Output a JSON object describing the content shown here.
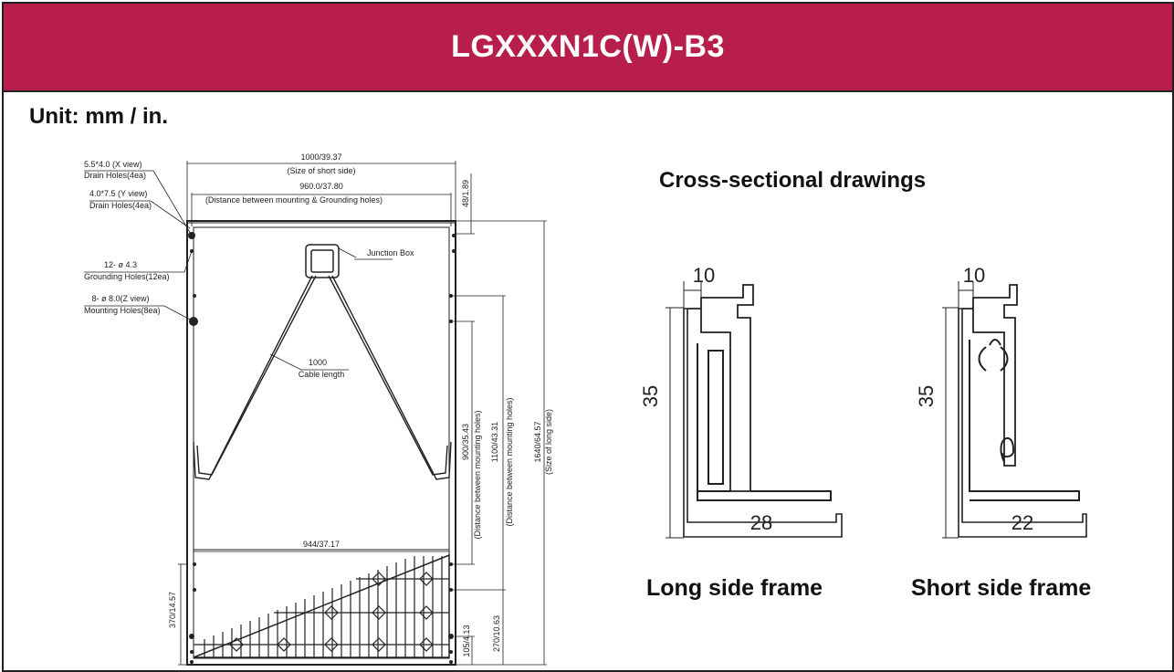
{
  "header": {
    "title": "LGXXXN1C(W)-B3"
  },
  "unit_label": "Unit: mm / in.",
  "module": {
    "short_side_dim": "1000/39.37",
    "short_side_caption": "(Size of short side)",
    "mounting_grounding_dim": "960.0/37.80",
    "mounting_grounding_caption": "(Distance between mounting & Grounding holes)",
    "top_offset_dim": "48/1.89",
    "drain_x": "5.5*4.0 (X view)",
    "drain_x_caption": "Drain Holes(4ea)",
    "drain_y": "4.0*7.5 (Y view)",
    "drain_y_caption": "Drain Holes(4ea)",
    "grounding_holes": "12- ø 4.3",
    "grounding_holes_caption": "Grounding Holes(12ea)",
    "mounting_holes": "8- ø 8.0(Z view)",
    "mounting_holes_caption": "Mounting Holes(8ea)",
    "junction_box": "Junction Box",
    "cable_length_dim": "1000",
    "cable_length_caption": "Cable length",
    "inner_width_dim": "944/37.17",
    "mount900_dim": "900/35.43",
    "mount900_caption": "(Distance between mounting holes)",
    "mount1100_dim": "1100/43.31",
    "mount1100_caption": "(Distance between mounting holes)",
    "long_side_dim": "1640/64.57",
    "long_side_caption": "(Size of long side)",
    "bottom370_dim": "370/14.57",
    "bottom105_dim": "105/4.13",
    "bottom270_dim": "270/10.63"
  },
  "cross_section": {
    "title": "Cross-sectional drawings",
    "long_frame": {
      "label": "Long side frame",
      "top": "10",
      "height": "35",
      "bottom": "28"
    },
    "short_frame": {
      "label": "Short side frame",
      "top": "10",
      "height": "35",
      "bottom": "22"
    }
  }
}
